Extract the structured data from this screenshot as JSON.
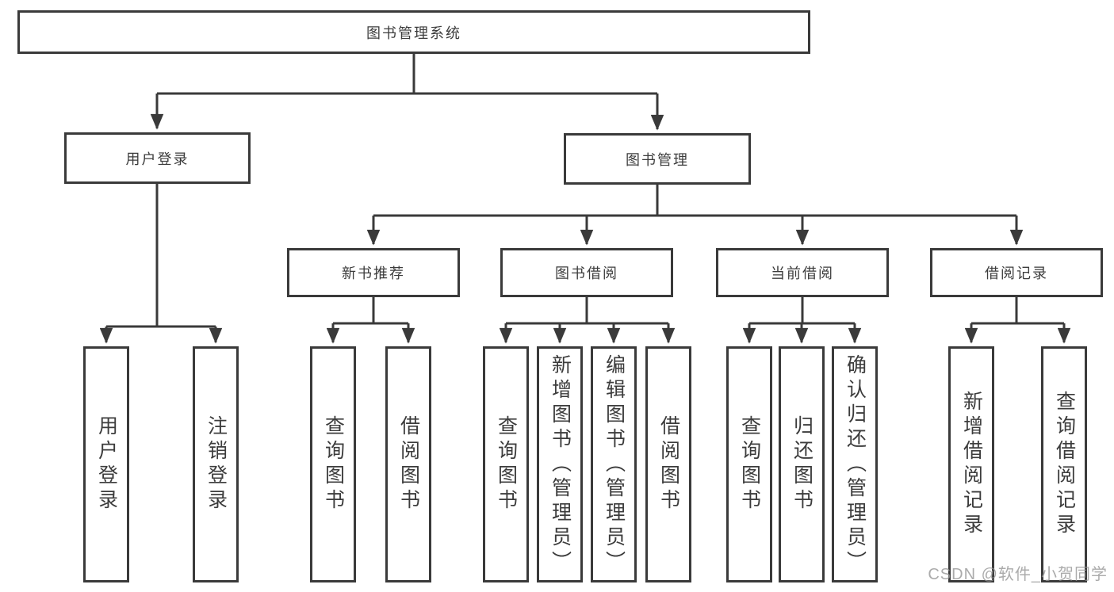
{
  "diagram": {
    "title": "图书管理系统",
    "branches": [
      {
        "label": "用户登录",
        "children": [
          {
            "label": "用户登录"
          },
          {
            "label": "注销登录"
          }
        ]
      },
      {
        "label": "图书管理",
        "children": [
          {
            "label": "新书推荐",
            "children": [
              {
                "label": "查询图书"
              },
              {
                "label": "借阅图书"
              }
            ]
          },
          {
            "label": "图书借阅",
            "children": [
              {
                "label": "查询图书"
              },
              {
                "label": "新增图书（管理员）"
              },
              {
                "label": "编辑图书（管理员）"
              },
              {
                "label": "借阅图书"
              }
            ]
          },
          {
            "label": "当前借阅",
            "children": [
              {
                "label": "查询图书"
              },
              {
                "label": "归还图书"
              },
              {
                "label": "确认归还（管理员）"
              }
            ]
          },
          {
            "label": "借阅记录",
            "children": [
              {
                "label": "新增借阅记录"
              },
              {
                "label": "查询借阅记录"
              }
            ]
          }
        ]
      }
    ]
  },
  "watermark": "CSDN @软件_小贺同学",
  "colors": {
    "line": "#3a3a3a",
    "text": "#3c3c3c",
    "background": "#ffffff",
    "watermark": "#969696"
  }
}
